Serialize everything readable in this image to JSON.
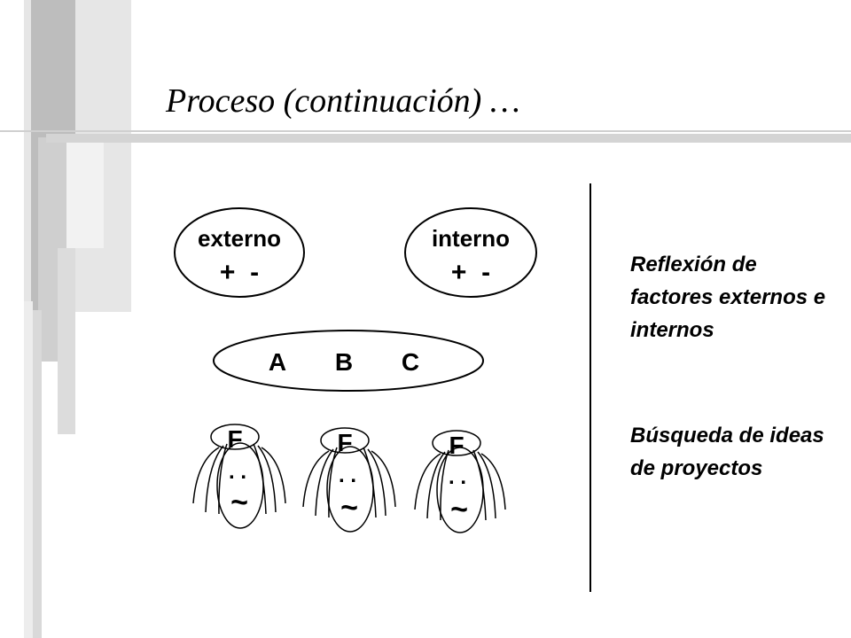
{
  "slide": {
    "title": "Proceso (continuación) …",
    "colors": {
      "bar_dark": "#bdbdbd",
      "bar_light": "#e6e6e6",
      "bar_mid": "#cfcfcf",
      "ink": "#000000"
    }
  },
  "diagram": {
    "external": {
      "label": "externo",
      "signs": "+  -"
    },
    "internal": {
      "label": "interno",
      "signs": "+  -"
    },
    "options": {
      "letters": [
        "A",
        "B",
        "C"
      ]
    },
    "faces": [
      {
        "hat": "F",
        "eyes": ". .",
        "mouth": "~"
      },
      {
        "hat": "F",
        "eyes": ". .",
        "mouth": "~"
      },
      {
        "hat": "F",
        "eyes": ". .",
        "mouth": "~"
      }
    ]
  },
  "notes": {
    "first": "Reflexión de factores externos e internos",
    "second": "Búsqueda de ideas de proyectos"
  }
}
